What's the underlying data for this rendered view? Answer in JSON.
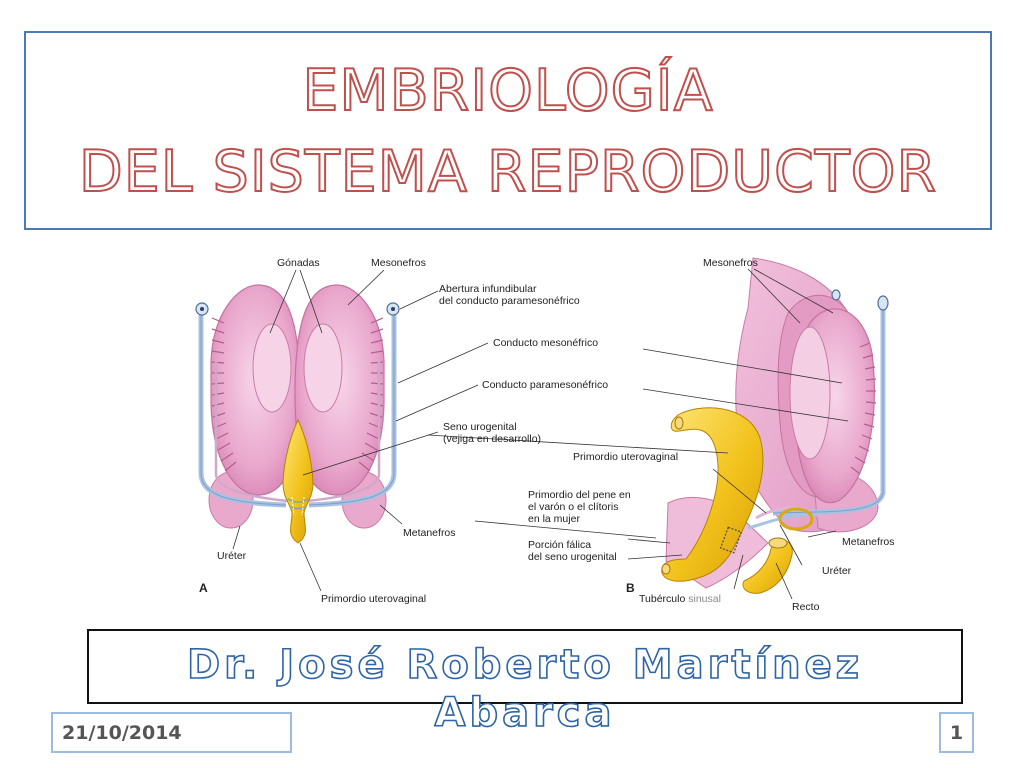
{
  "title": {
    "line1": "EMBRIOLOGÍA",
    "line2": "DEL SISTEMA REPRODUCTOR"
  },
  "figure": {
    "panel_a": {
      "letter": "A",
      "labels": {
        "gonadas": "Gónadas",
        "mesonefros": "Mesonefros",
        "abertura_1": "Abertura infundibular",
        "abertura_2": "del conducto paramesonéfrico",
        "conducto_mesonefrico": "Conducto mesonéfrico",
        "conducto_paramesonefrico": "Conducto paramesonéfrico",
        "seno_1": "Seno urogenital",
        "seno_2": "(vejiga en desarrollo)",
        "metanefros": "Metanefros",
        "ureter": "Uréter",
        "primordio_uterovaginal": "Primordio uterovaginal"
      }
    },
    "panel_b": {
      "letter": "B",
      "labels": {
        "mesonefros": "Mesonefros",
        "primordio_uterovaginal": "Primordio uterovaginal",
        "pene_1": "Primordio del pene en",
        "pene_2": "el varón o el clítoris",
        "pene_3": "en la mujer",
        "porcion_1": "Porción fálica",
        "porcion_2": "del seno urogenital",
        "tuberculo": "Tubérculo",
        "sinusal": "sinusal",
        "recto": "Recto",
        "metanefros": "Metanefros",
        "ureter": "Uréter"
      }
    }
  },
  "author": "Dr. José Roberto Martínez Abarca",
  "footer": {
    "date": "21/10/2014",
    "page": "1"
  },
  "colors": {
    "title_outline": "#c0504d",
    "author_outline": "#2e64a6",
    "title_border": "#4a7ab5",
    "footer_border": "#9dbbe0",
    "tissue_pink": "#e6a3c8",
    "duct_blue": "#b9cde6",
    "sinus_yellow": "#f2c21b"
  }
}
